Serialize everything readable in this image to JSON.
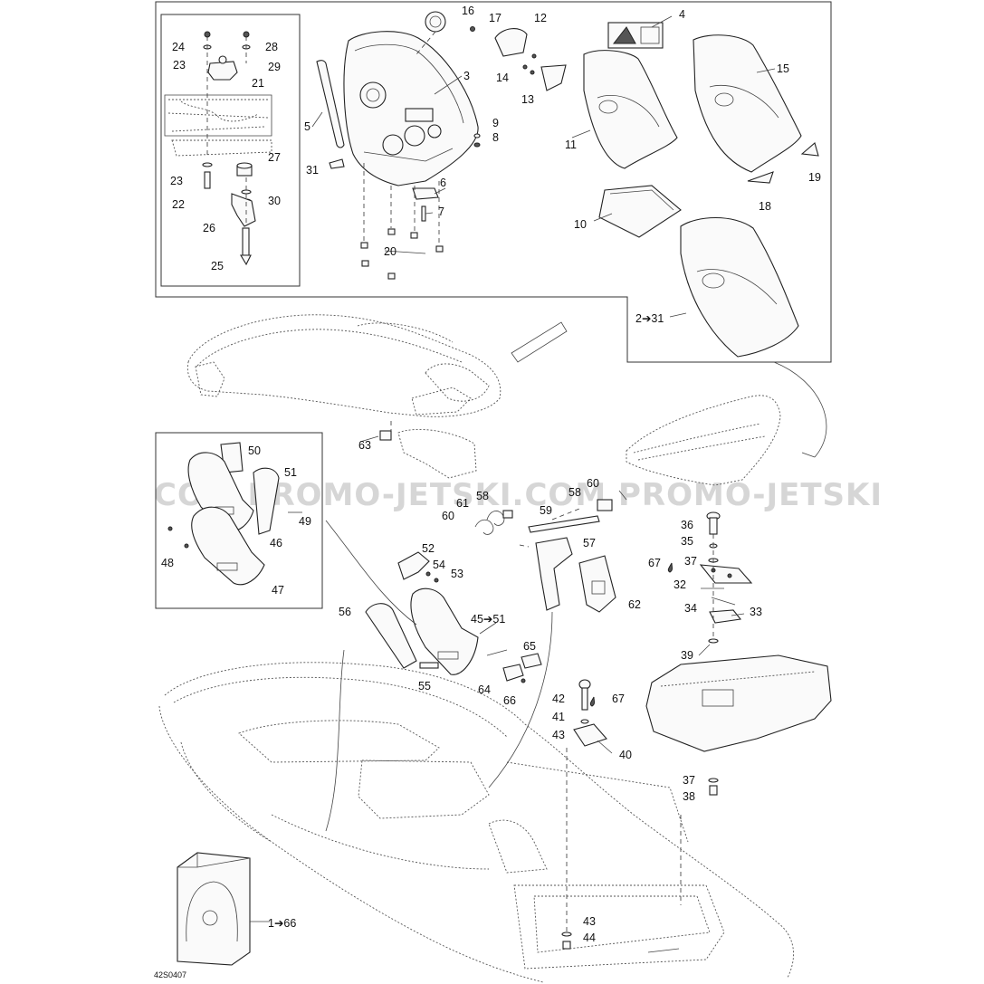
{
  "watermark": "COM PROMO-JETSKI.COM PROMO-JETSKI",
  "drawing_code": "42S0407",
  "callouts": {
    "c1_66": "1➔66",
    "c2_31": "2➔31",
    "c3": "3",
    "c4": "4",
    "c5": "5",
    "c6": "6",
    "c7": "7",
    "c8": "8",
    "c9": "9",
    "c10": "10",
    "c11": "11",
    "c12": "12",
    "c13": "13",
    "c14": "14",
    "c15": "15",
    "c16": "16",
    "c17": "17",
    "c18": "18",
    "c19": "19",
    "c20": "20",
    "c21": "21",
    "c22": "22",
    "c23a": "23",
    "c23b": "23",
    "c24": "24",
    "c25": "25",
    "c26": "26",
    "c27": "27",
    "c28": "28",
    "c29": "29",
    "c30": "30",
    "c31": "31",
    "c32": "32",
    "c33": "33",
    "c34": "34",
    "c35": "35",
    "c36": "36",
    "c37a": "37",
    "c37b": "37",
    "c38": "38",
    "c39": "39",
    "c40": "40",
    "c41": "41",
    "c42": "42",
    "c43a": "43",
    "c43b": "43",
    "c44": "44",
    "c45_51": "45➔51",
    "c46": "46",
    "c47": "47",
    "c48": "48",
    "c49": "49",
    "c50": "50",
    "c51": "51",
    "c52": "52",
    "c53": "53",
    "c54": "54",
    "c55": "55",
    "c56": "56",
    "c57": "57",
    "c58a": "58",
    "c58b": "58",
    "c59": "59",
    "c60a": "60",
    "c60b": "60",
    "c61": "61",
    "c62": "62",
    "c63": "63",
    "c64": "64",
    "c65": "65",
    "c66": "66",
    "c67a": "67",
    "c67b": "67"
  }
}
